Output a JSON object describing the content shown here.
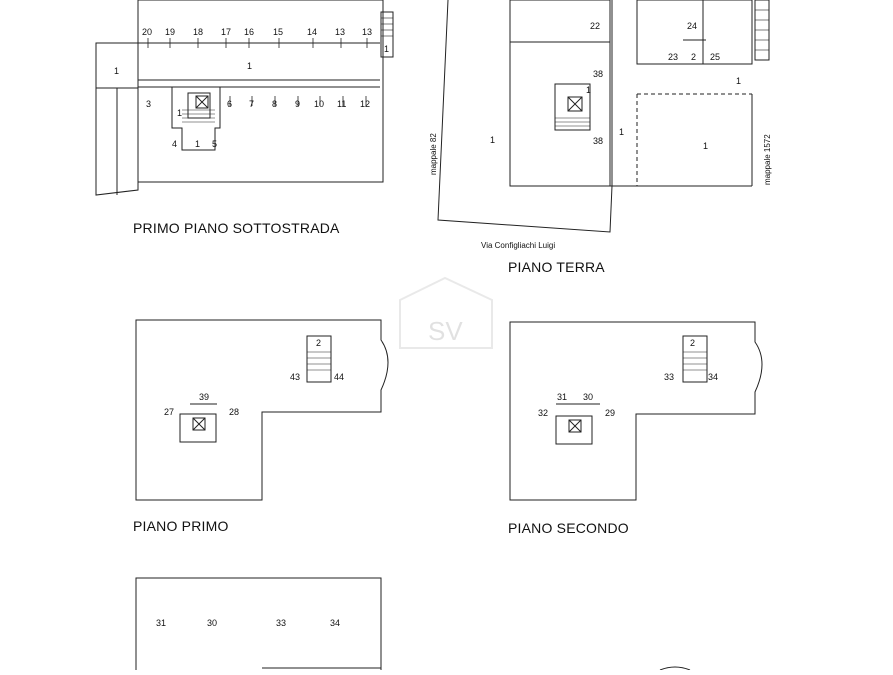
{
  "floors": {
    "sottostrada": {
      "title": "PRIMO PIANO SOTTOSTRADA",
      "top_numbers": [
        "20",
        "19",
        "18",
        "17",
        "16",
        "15",
        "14",
        "13",
        "13"
      ],
      "bottom_numbers": [
        "3",
        "6",
        "7",
        "8",
        "9",
        "10",
        "11",
        "12"
      ],
      "left_unit": "1",
      "center_unit": "1",
      "stair_labels": [
        "1",
        "4",
        "1",
        "5"
      ],
      "right_label": "1"
    },
    "terra": {
      "title": "PIANO TERRA",
      "street": "Via Configliachi Luigi",
      "left_parcel": "mappale 82",
      "right_parcel": "mappale 1572",
      "labels": [
        "22",
        "24",
        "23",
        "2",
        "25",
        "1",
        "38",
        "1",
        "38",
        "1",
        "1",
        "1"
      ]
    },
    "primo": {
      "title": "PIANO PRIMO",
      "labels": [
        "2",
        "43",
        "44",
        "39",
        "27",
        "28"
      ]
    },
    "secondo": {
      "title": "PIANO SECONDO",
      "labels": [
        "2",
        "33",
        "34",
        "31",
        "30",
        "32",
        "29"
      ]
    },
    "bottom": {
      "labels": [
        "31",
        "30",
        "33",
        "34"
      ]
    }
  },
  "watermark": "SV"
}
